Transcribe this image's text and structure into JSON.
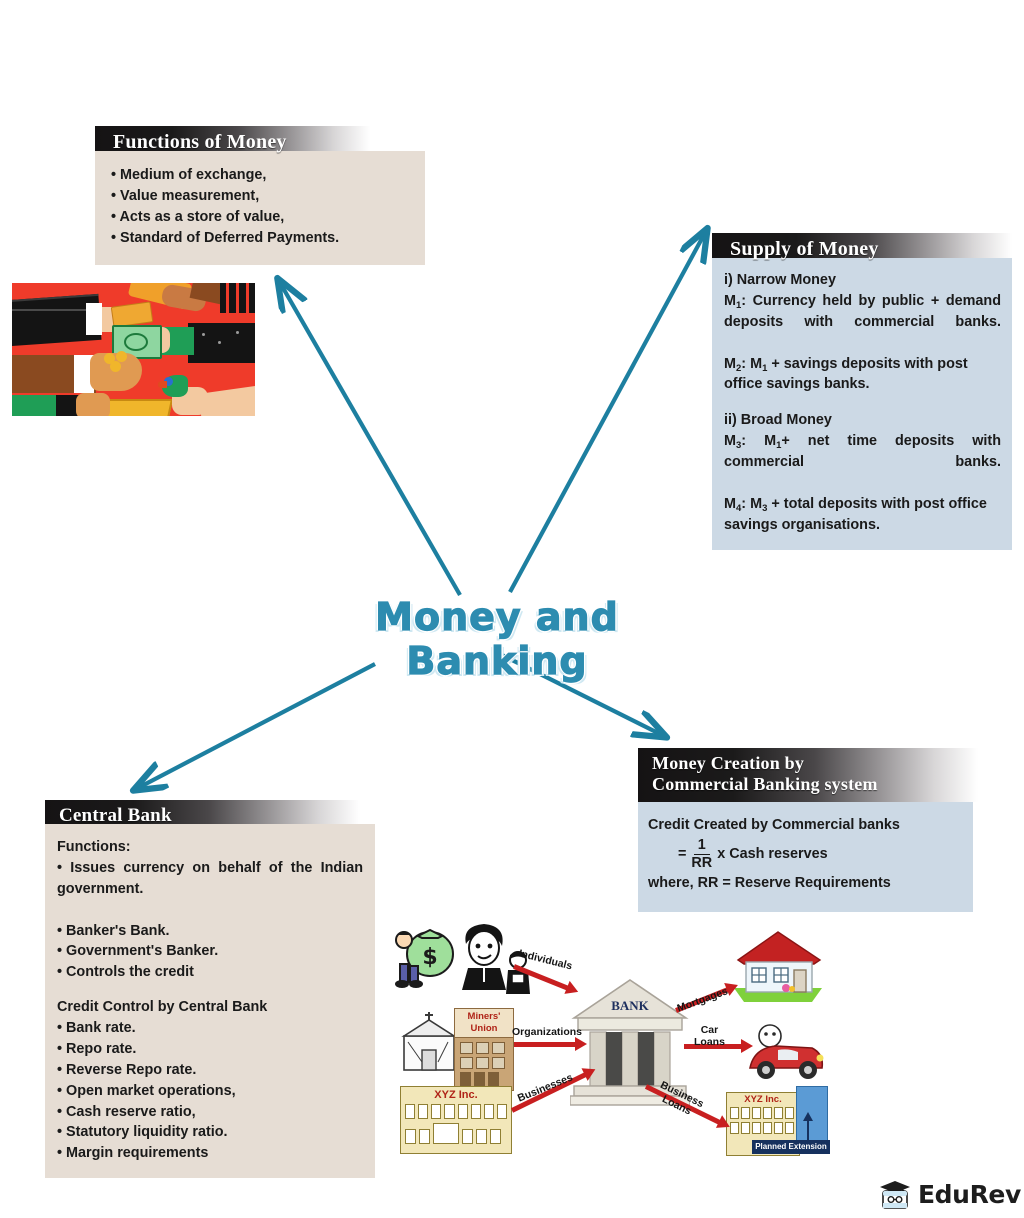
{
  "title": "Money and Banking",
  "theme": {
    "arrow_color": "#1d7fa0",
    "title_color": "#2d8cb0",
    "beige_panel": "#e6ddd4",
    "bluegray_panel": "#ccd9e5",
    "header_gradient_start": "#151314",
    "header_gradient_end": "#ffffff"
  },
  "cards": {
    "functions_of_money": {
      "header": "Functions of Money",
      "items": [
        "• Medium of exchange,",
        "• Value measurement,",
        "• Acts as a store of value,",
        "• Standard of Deferred Payments."
      ]
    },
    "supply_of_money": {
      "header": "Supply of Money",
      "narrow_heading": "i) Narrow Money",
      "m1_label": "M",
      "m1_sub": "1",
      "m1_text": ": Currency held by public + demand deposits with commercial banks.",
      "m2_label": "M",
      "m2_sub": "2",
      "m2_text": ": M",
      "m2_sub2": "1",
      "m2_text2": " + savings deposits with post office savings banks.",
      "broad_heading": "ii) Broad Money",
      "m3_label": "M",
      "m3_sub": "3",
      "m3_text": ":  M",
      "m3_sub2": "1",
      "m3_text2": "+ net time deposits with commercial banks.",
      "m4_label": "M",
      "m4_sub": "4",
      "m4_text": ": M",
      "m4_sub2": "3",
      "m4_text2": " + total deposits with post office savings organisations."
    },
    "central_bank": {
      "header": "Central Bank",
      "functions_heading": "Functions:",
      "functions": [
        "• Issues currency on behalf of the Indian government.",
        "• Banker's Bank.",
        "• Government's Banker.",
        "• Controls the credit"
      ],
      "credit_heading": "Credit Control by Central Bank",
      "credit_items": [
        "• Bank rate.",
        "• Repo rate.",
        "• Reverse Repo rate.",
        "• Open market operations,",
        "• Cash reserve ratio,",
        "• Statutory liquidity ratio.",
        "• Margin requirements"
      ]
    },
    "money_creation": {
      "header_line1": "Money Creation by",
      "header_line2": "Commercial Banking system",
      "formula_line1": "Credit Created by Commercial banks",
      "formula_eq": "=",
      "formula_numerator": "1",
      "formula_denominator": "RR",
      "formula_rest": "x Cash reserves",
      "formula_note": "where, RR = Reserve Requirements"
    }
  },
  "illustrations": {
    "money_hands": {
      "name": "people-exchanging-money-illustration"
    },
    "bank_diagram": {
      "bank_label": "BANK",
      "inflow_labels": [
        "Individuals",
        "Organizations",
        "Businesses"
      ],
      "outflow_labels": [
        "Mortgages",
        "Car\nLoans",
        "Business\nLoans"
      ],
      "car_loans_line1": "Car",
      "car_loans_line2": "Loans",
      "business_loans_line1": "Business",
      "business_loans_line2": "Loans",
      "miners_union_line1": "Miners'",
      "miners_union_line2": "Union",
      "xyz_inc": "XYZ Inc.",
      "planned_extension": "Planned Extension"
    }
  },
  "logo": {
    "text": "EduRev",
    "icon": "graduation-cap-book-icon"
  }
}
